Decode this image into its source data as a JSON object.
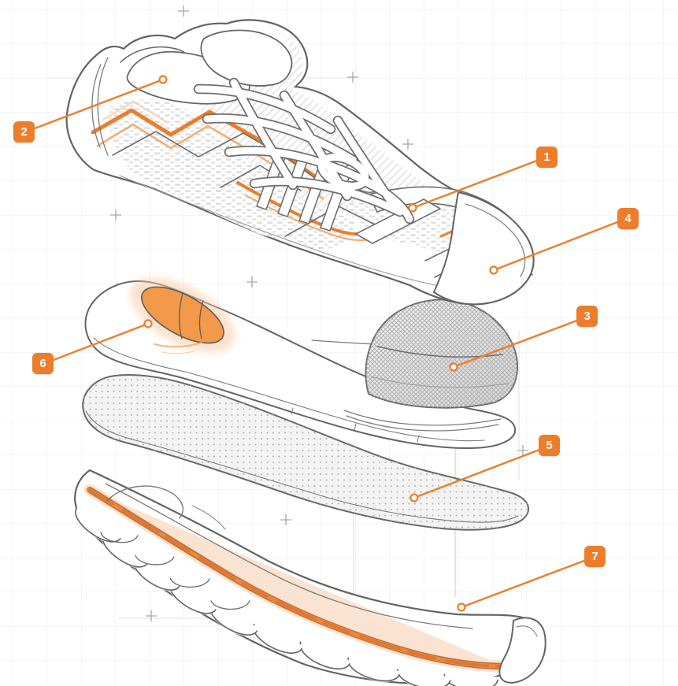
{
  "colors": {
    "accent": "#EE7D2B",
    "accent_soft": "#F5A96C",
    "accent_pale": "#FAD2AE",
    "pod": "#F2994A",
    "stripe": "#EF8638",
    "glow": "#F8C9A4",
    "ink": "#636363",
    "grid": "#EBEBEB"
  },
  "callouts": [
    {
      "number": "1"
    },
    {
      "number": "2"
    },
    {
      "number": "3"
    },
    {
      "number": "4"
    },
    {
      "number": "5"
    },
    {
      "number": "6"
    },
    {
      "number": "7"
    }
  ]
}
